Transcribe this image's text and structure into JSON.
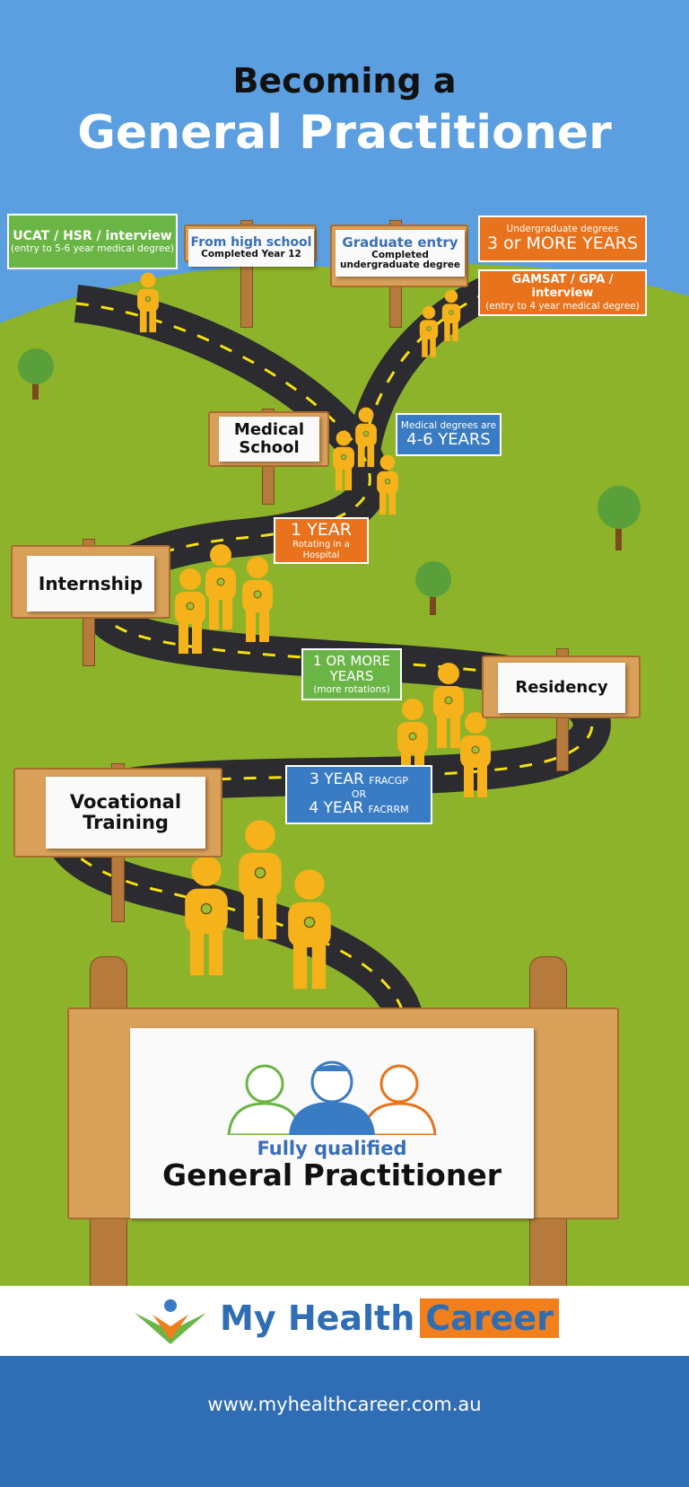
{
  "title": {
    "line1": "Becoming a",
    "line2": "General Practitioner"
  },
  "entry": {
    "ucat": {
      "title": "UCAT / HSR / interview",
      "subtitle": "(entry to 5-6 year medical degree)"
    },
    "high_school": {
      "title": "From high school",
      "subtitle": "Completed Year 12"
    },
    "graduate": {
      "title": "Graduate entry",
      "subtitle": "Completed undergraduate degree"
    },
    "undergrad": {
      "title": "Undergraduate degrees",
      "value": "3 or MORE YEARS"
    },
    "gamsat": {
      "title": "GAMSAT / GPA / interview",
      "subtitle": "(entry to 4 year medical degree)"
    }
  },
  "stages": {
    "medical_school": {
      "label": "Medical School",
      "note_title": "Medical degrees are",
      "note_value": "4-6 YEARS"
    },
    "internship": {
      "label": "Internship",
      "note_value": "1 YEAR",
      "note_sub": "Rotating in a Hospital"
    },
    "residency": {
      "label": "Residency",
      "note_value": "1 OR MORE YEARS",
      "note_sub": "(more rotations)"
    },
    "vocational": {
      "label": "Vocational Training",
      "note_line1": "3 YEAR",
      "note_line1_sub": "FRACGP",
      "note_or": "OR",
      "note_line2": "4 YEAR",
      "note_line2_sub": "FACRRM"
    }
  },
  "final": {
    "line1": "Fully qualified",
    "line2": "General Practitioner"
  },
  "brand": {
    "name_part1": "My Health",
    "name_part2": "Career",
    "url": "www.myhealthcareer.com.au"
  },
  "colors": {
    "sky": "#5b9fe0",
    "grass": "#8db32a",
    "green_box": "#6ab545",
    "orange_box": "#e8731c",
    "blue_box": "#3a7cc4",
    "figure": "#f5b21a",
    "road": "#2b2b30",
    "brand_blue": "#2f6db5",
    "brand_orange": "#f07f1c"
  }
}
